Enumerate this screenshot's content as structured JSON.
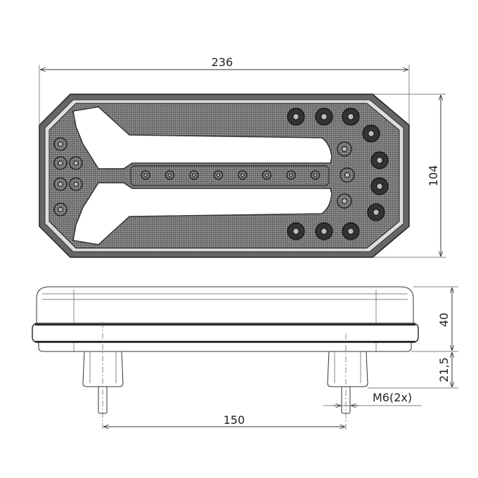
{
  "title": "LED rear lamp dimension drawing",
  "dimensions": {
    "width": "236",
    "height": "104",
    "depth": "40",
    "stud_length": "21,5",
    "stud_spacing": "150",
    "thread": "M6(2x)"
  },
  "colors": {
    "line": "#222222",
    "hatch": "#555555",
    "background": "#ffffff"
  }
}
